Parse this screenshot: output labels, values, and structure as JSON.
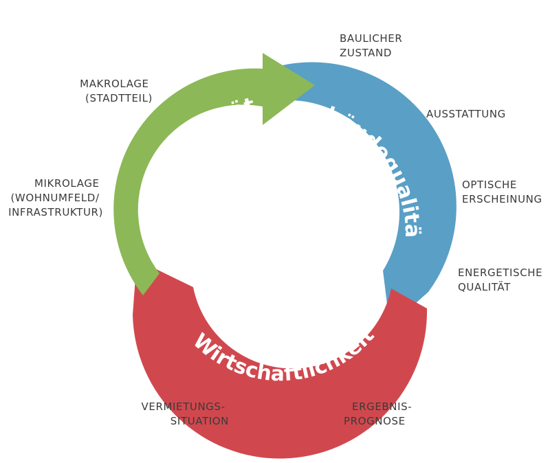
{
  "segments": [
    {
      "title": "Lagequalität",
      "color": "#8cb857"
    },
    {
      "title": "Gebäudequalität",
      "color": "#5a9fc6"
    },
    {
      "title": "Wirtschaftlichkeit",
      "color": "#d0484e"
    }
  ],
  "labels": {
    "baulicher_zustand": [
      "BAULICHER",
      "ZUSTAND"
    ],
    "ausstattung": [
      "AUSSTATTUNG"
    ],
    "optische_erscheinung": [
      "OPTISCHE",
      "ERSCHEINUNG"
    ],
    "energetische_qualitaet": [
      "ENERGETISCHE",
      "QUALITÄT"
    ],
    "ergebnisprognose": [
      "ERGEBNIS-",
      "PROGNOSE"
    ],
    "vermietungssituation": [
      "VERMIETUNGS-",
      "SITUATION"
    ],
    "mikrolage": [
      "MIKROLAGE",
      "(WOHNUMFELD/",
      "INFRASTRUKTUR)"
    ],
    "makrolage": [
      "MAKROLAGE",
      "(STADTTEIL)"
    ]
  }
}
